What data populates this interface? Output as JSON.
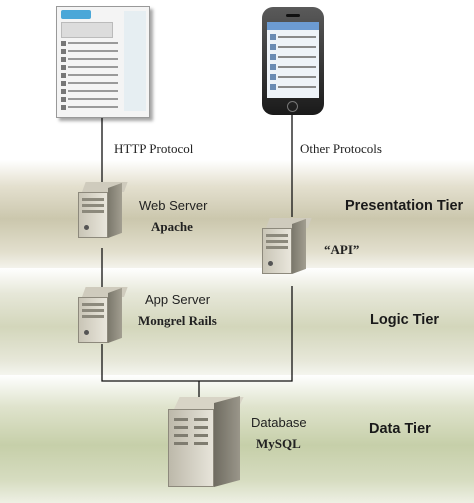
{
  "labels": {
    "http_protocol": "HTTP Protocol",
    "other_protocols": "Other Protocols",
    "web_server": "Web Server",
    "apache": "Apache",
    "api": "“API”",
    "app_server": "App Server",
    "mongrel_rails": "Mongrel Rails",
    "database": "Database",
    "mysql": "MySQL"
  },
  "tiers": {
    "presentation": "Presentation Tier",
    "logic": "Logic Tier",
    "data": "Data Tier"
  },
  "icons": {
    "browser": "twitter-web-page-screenshot",
    "phone": "iphone-twitter-client",
    "web_server": "tower-server-icon",
    "app_server": "tower-server-icon",
    "api_server": "tower-server-icon",
    "database": "rack-server-icon"
  },
  "colors": {
    "presentation_band": "#cbc7ad",
    "logic_band": "#d3d6bb",
    "data_band": "#c6cfa9",
    "connector": "#111111"
  }
}
